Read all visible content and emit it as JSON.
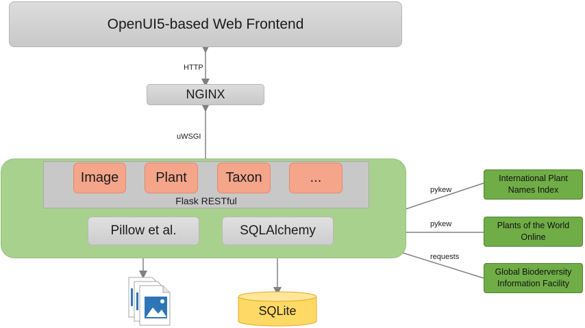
{
  "frontend": "OpenUI5-based Web Frontend",
  "nginx": "NGINX",
  "http_label": "HTTP",
  "uwsgi_label": "uWSGI",
  "flask": {
    "label": "Flask RESTful",
    "resources": [
      "Image",
      "Plant",
      "Taxon",
      "..."
    ]
  },
  "libs": {
    "pillow": "Pillow et al.",
    "sqlalchemy": "SQLAlchemy"
  },
  "storage": {
    "sqlite": "SQLite",
    "files_icon": "image-files-icon"
  },
  "external": [
    {
      "name": "International Plant Names Index",
      "link_label": "pykew"
    },
    {
      "name": "Plants of the World Online",
      "link_label": "pykew"
    },
    {
      "name": "Global Bioderversity Information Facility",
      "link_label": "requests"
    }
  ],
  "colors": {
    "green_area": "#a9d18e",
    "external_box": "#70ad47",
    "resource_box": "#f4a58a",
    "sqlite": "#ffd966"
  }
}
